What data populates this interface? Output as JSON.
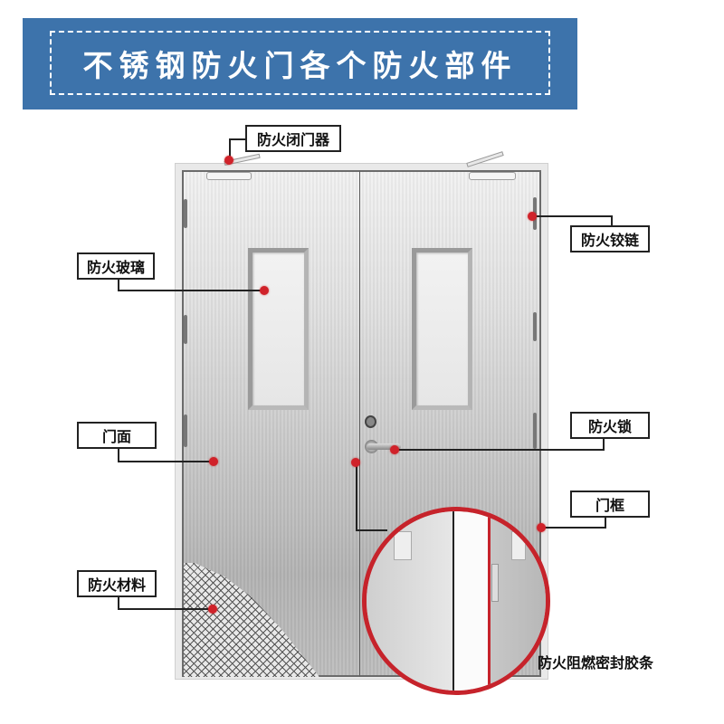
{
  "header": {
    "title": "不锈钢防火门各个防火部件"
  },
  "labels": {
    "door_closer": "防火闭门器",
    "hinge": "防火铰链",
    "fire_glass": "防火玻璃",
    "door_surface": "门面",
    "fire_lock": "防火锁",
    "door_frame": "门框",
    "fire_material": "防火材料",
    "seal_strip": "防火阻燃密封胶条"
  },
  "colors": {
    "banner": "#3d73ab",
    "marker": "#d0222a",
    "zoom_circle": "#c6232b"
  }
}
